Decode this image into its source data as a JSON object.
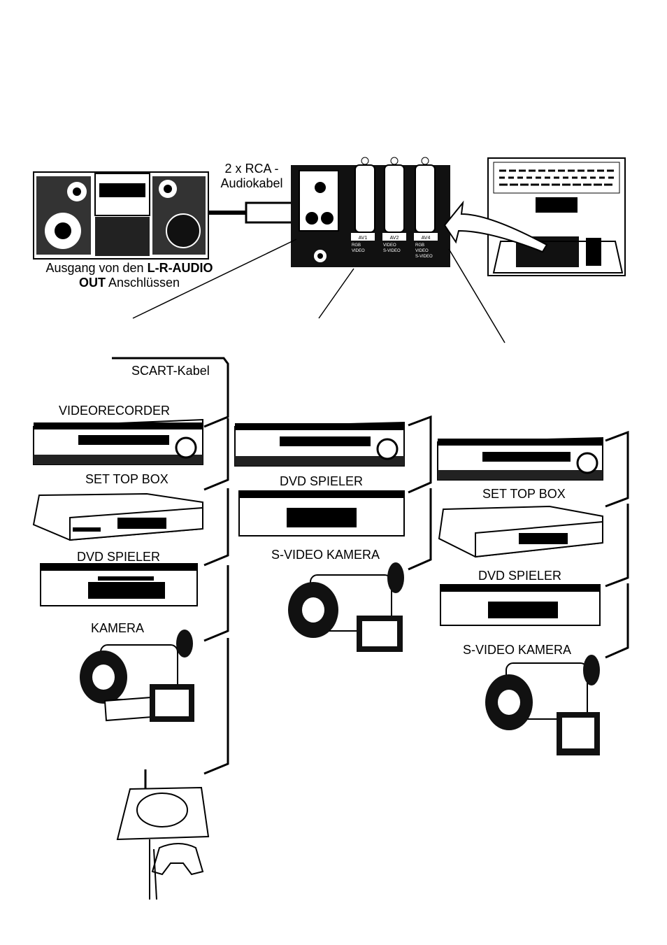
{
  "labels": {
    "rca_cable_line1": "2 x RCA -",
    "rca_cable_line2": "Audiokabel",
    "hifi_output_prefix": "Ausgang von den",
    "hifi_output_bold1": "L-R-AUDIO",
    "hifi_output_bold2": "OUT",
    "hifi_output_suffix": "Anschlüssen",
    "scart_cable": "SCART-Kabel",
    "col1_videorecorder": "VIDEORECORDER",
    "col1_set_top_box": "SET TOP BOX",
    "col1_dvd_player": "DVD SPIELER",
    "col1_camera": "KAMERA",
    "col2_dvd_player": "DVD SPIELER",
    "col2_svideo_camera": "S-VIDEO KAMERA",
    "col3_set_top_box": "SET TOP BOX",
    "col3_dvd_player": "DVD SPIELER",
    "col3_svideo_camera": "S-VIDEO KAMERA"
  },
  "panel": {
    "av1": "AV1",
    "av1_rgb": "RGB",
    "av1_video": "VIDEO",
    "av2": "AV2",
    "av2_video": "VIDEO",
    "av2_svideo": "S-VIDEO",
    "av4": "AV4",
    "av4_rgb": "RGB",
    "av4_video": "VIDEO",
    "av4_svideo": "S-VIDEO"
  },
  "icons": [
    "hifi-system-icon",
    "tv-rear-panel-icon",
    "tv-back-icon",
    "vcr-icon",
    "set-top-box-icon",
    "dvd-player-icon",
    "camcorder-icon",
    "game-console-icon"
  ],
  "colors": {
    "ink": "#000000",
    "paper": "#ffffff"
  }
}
